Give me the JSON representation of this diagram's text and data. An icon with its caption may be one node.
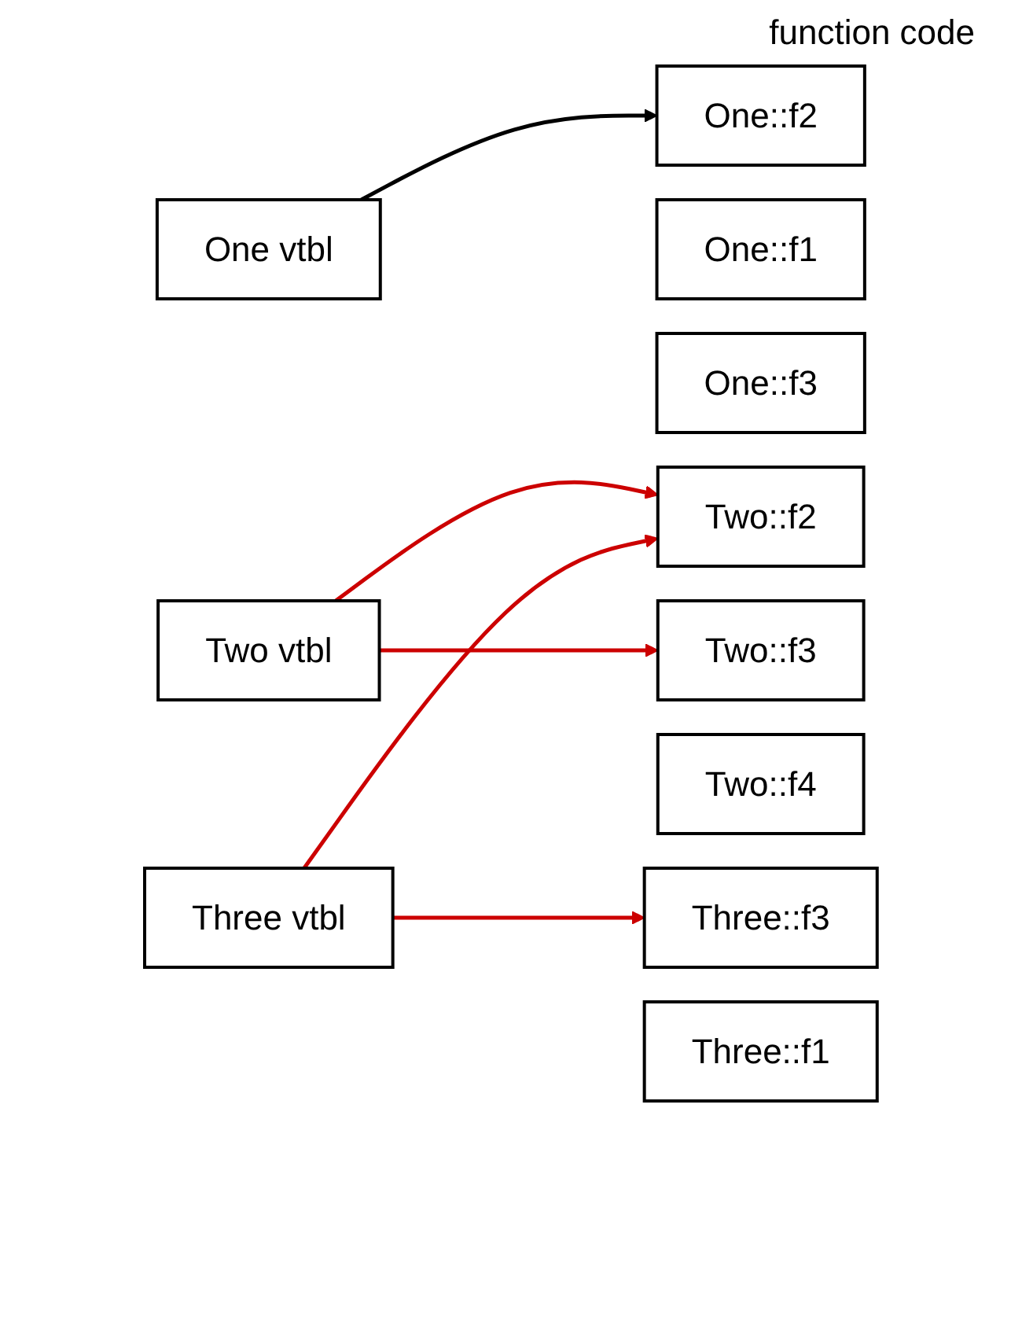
{
  "diagram": {
    "nodes": [
      {
        "text": [
          "One vtbl"
        ]
      },
      {
        "text": [
          "One::f1"
        ]
      },
      {
        "text": [
          "One::f2"
        ]
      },
      {
        "text": [
          "One::f3"
        ]
      },
      {
        "text": [
          "Two vtbl"
        ]
      },
      {
        "text": [
          "Two::f2"
        ]
      },
      {
        "text": [
          "Two::f3"
        ]
      },
      {
        "text": [
          "Two::f4"
        ]
      },
      {
        "text": [
          "Three vtbl"
        ]
      },
      {
        "text": [
          "Three::f1"
        ]
      },
      {
        "text": [
          "Three::f3"
        ]
      }
    ],
    "edges": [
      {
        "from": 0,
        "to": 2,
        "arrow": "to",
        "color": "#000000"
      },
      {
        "from": 4,
        "to": 5,
        "arrow": "to"
      },
      {
        "from": 4,
        "to": 6,
        "arrow": "to"
      },
      {
        "from": 8,
        "to": 5,
        "arrow": "to"
      },
      {
        "from": 8,
        "to": 10,
        "arrow": "to"
      }
    ],
    "labels": [
      "function code"
    ]
  }
}
